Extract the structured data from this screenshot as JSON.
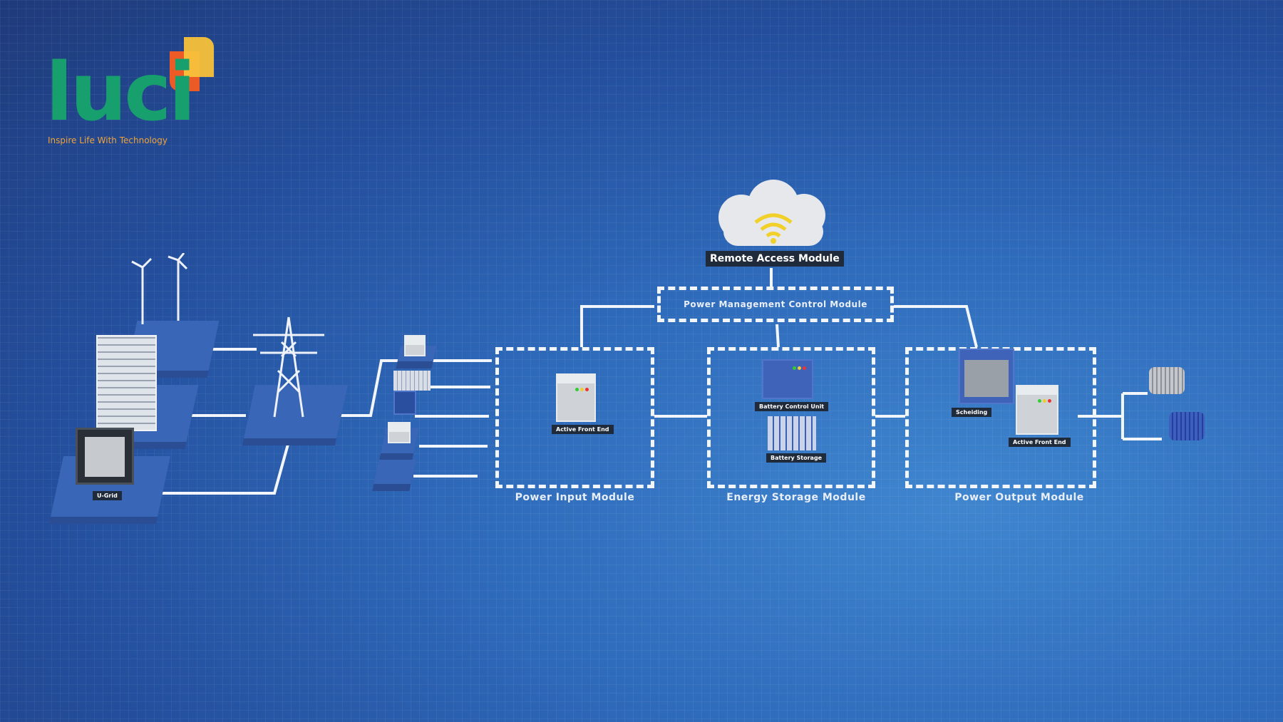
{
  "logo": {
    "wordmark": "luci",
    "tagline": "Inspire Life With Technology",
    "colors": {
      "green": "#17a06e",
      "orange": "#ec5a26",
      "yellow": "#f8c23a"
    }
  },
  "cloud": {
    "label": "Remote Access Module",
    "icon": "wifi-icon"
  },
  "control": {
    "label": "Power Management Control Module"
  },
  "sources": {
    "ugrid_label": "U-Grid"
  },
  "modules": [
    {
      "label": "Power Input Module",
      "devices": [
        "Active Front End"
      ]
    },
    {
      "label": "Energy Storage Module",
      "devices": [
        "Battery Control Unit",
        "Battery Storage"
      ]
    },
    {
      "label": "Power Output Module",
      "devices": [
        "Scheiding",
        "Active Front End"
      ]
    }
  ],
  "colors": {
    "background": "#2f6bbb",
    "line": "#f2f5fa"
  }
}
